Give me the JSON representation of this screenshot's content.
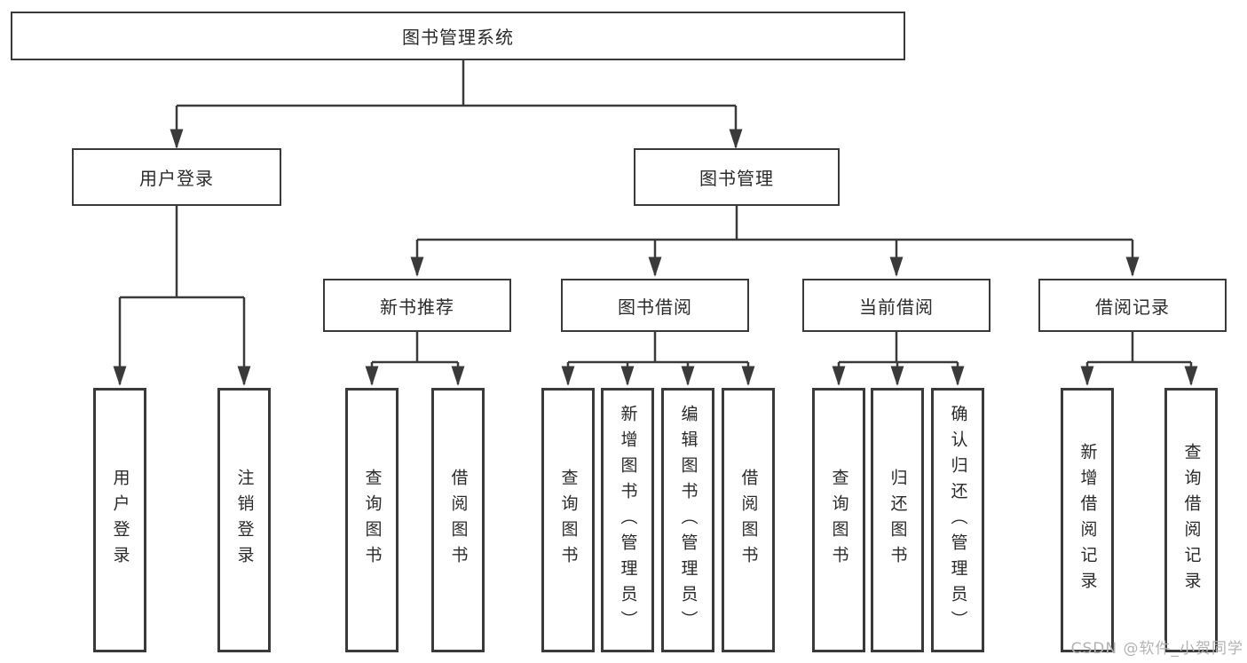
{
  "tree": {
    "label": "图书管理系统",
    "children": [
      {
        "label": "用户登录",
        "children": [
          {
            "label": "用户登录"
          },
          {
            "label": "注销登录"
          }
        ]
      },
      {
        "label": "图书管理",
        "children": [
          {
            "label": "新书推荐",
            "children": [
              {
                "label": "查询图书"
              },
              {
                "label": "借阅图书"
              }
            ]
          },
          {
            "label": "图书借阅",
            "children": [
              {
                "label": "查询图书"
              },
              {
                "label": "新增图书（管理员）"
              },
              {
                "label": "编辑图书（管理员）"
              },
              {
                "label": "借阅图书"
              }
            ]
          },
          {
            "label": "当前借阅",
            "children": [
              {
                "label": "查询图书"
              },
              {
                "label": "归还图书"
              },
              {
                "label": "确认归还（管理员）"
              }
            ]
          },
          {
            "label": "借阅记录",
            "children": [
              {
                "label": "新增借阅记录"
              },
              {
                "label": "查询借阅记录"
              }
            ]
          }
        ]
      }
    ]
  },
  "watermark": {
    "text": "CSDN @软件_小贺同学"
  },
  "colors": {
    "line": "#3a3a3a",
    "text": "#2b2b2b",
    "box_background": "#ffffff",
    "watermark": "#b3b3b3"
  }
}
